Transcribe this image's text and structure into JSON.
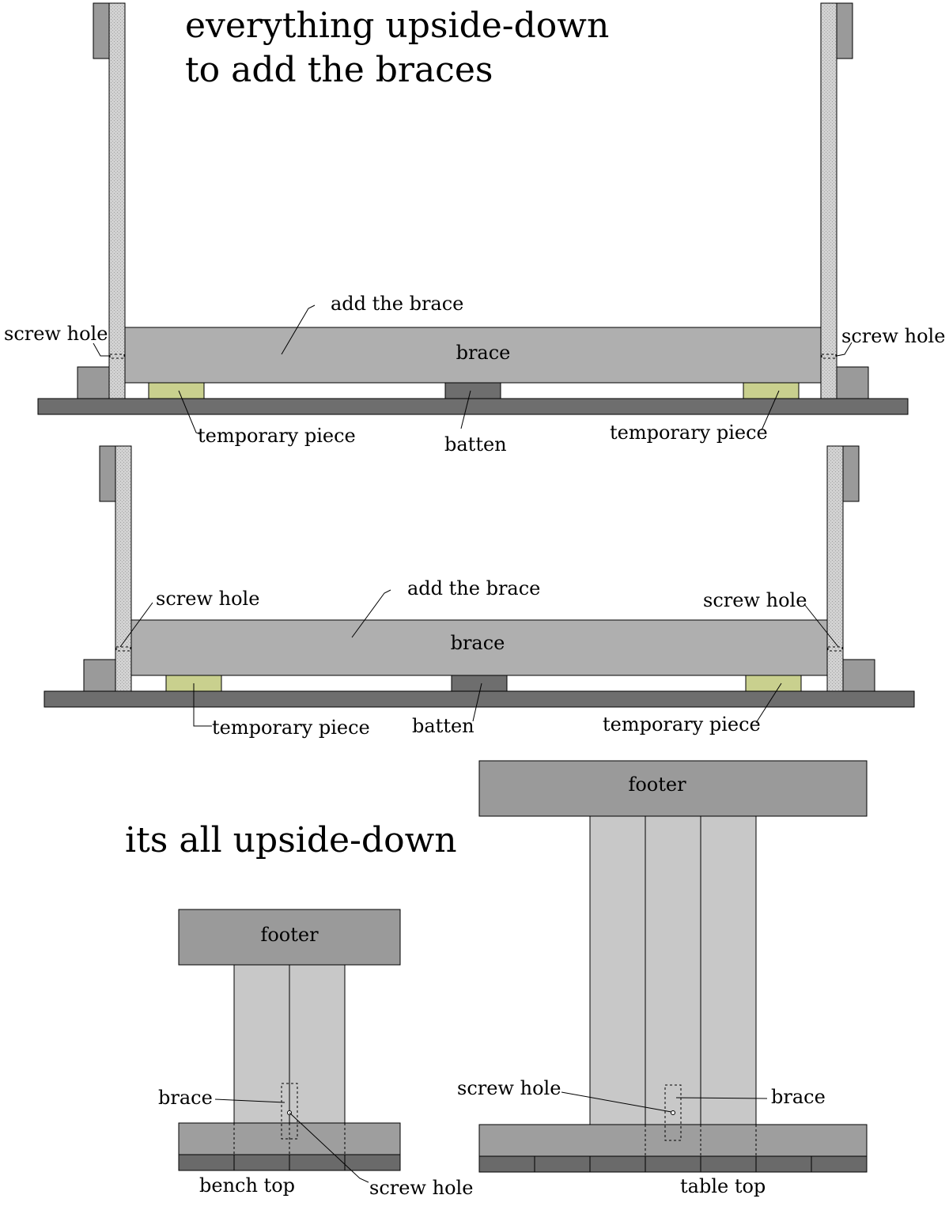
{
  "title": {
    "line1": "everything upside-down",
    "line2": "to add the braces"
  },
  "panel1": {
    "add_brace": "add the brace",
    "brace": "brace",
    "screw_hole_left": "screw hole",
    "screw_hole_right": "screw hole",
    "temp_left": "temporary piece",
    "batten": "batten",
    "temp_right": "temporary piece"
  },
  "panel2": {
    "add_brace": "add the brace",
    "brace": "brace",
    "screw_hole_left": "screw hole",
    "screw_hole_right": "screw hole",
    "temp_left": "temporary piece",
    "batten": "batten",
    "temp_right": "temporary piece"
  },
  "subtitle": "its all upside-down",
  "bench": {
    "footer": "footer",
    "brace": "brace",
    "screw_hole": "screw hole",
    "top": "bench top"
  },
  "table": {
    "footer": "footer",
    "brace": "brace",
    "screw_hole": "screw hole",
    "top": "table top"
  },
  "colors": {
    "leg": "#d2d2d2",
    "leg_stripe": "#bdbdbd",
    "brace": "#afafaf",
    "block": "#9a9a9a",
    "plank": "#6e6e6e",
    "batten": "#6e6e6e",
    "temp_piece": "#c9d08e",
    "footer": "#9a9a9a",
    "post": "#c8c8c8",
    "top_upper": "#9e9e9e",
    "top_lower": "#6a6a6a"
  }
}
